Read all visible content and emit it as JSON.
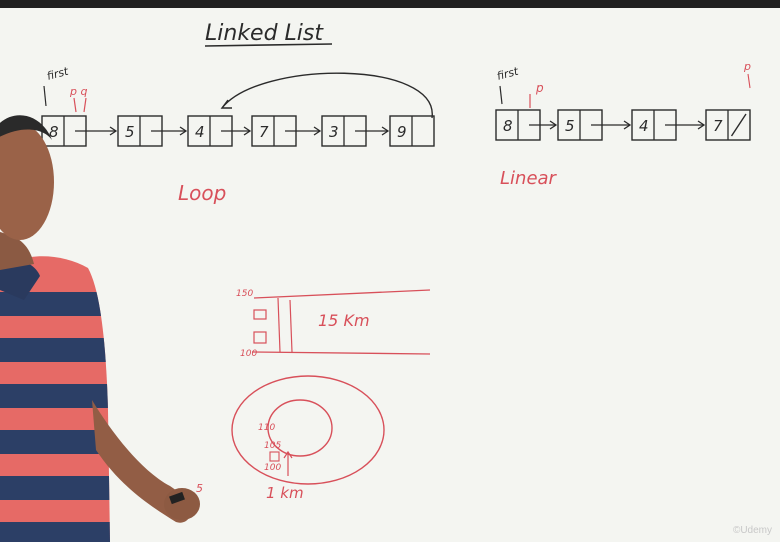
{
  "board": {
    "title": "Linked List",
    "loop_example": {
      "first_label": "first",
      "pointer_labels": "p q",
      "nodes": [
        "8",
        "5",
        "4",
        "7",
        "3",
        "9"
      ],
      "caption": "Loop"
    },
    "linear_example": {
      "first_label": "first",
      "pointer_label": "p",
      "nodes": [
        "8",
        "5",
        "4",
        "7"
      ],
      "top_right_label": "p",
      "caption": "Linear"
    },
    "road_sketch": {
      "top_mark": "150",
      "bottom_mark": "100",
      "distance": "15 Km"
    },
    "circle_sketch": {
      "marks": [
        "110",
        "105",
        "100"
      ],
      "distance": "1 km",
      "side_mark": "5"
    }
  },
  "watermark": "©Udemy",
  "colors": {
    "board": "#f4f5f1",
    "marker_black": "#2b2b2b",
    "marker_red": "#d8505a"
  }
}
